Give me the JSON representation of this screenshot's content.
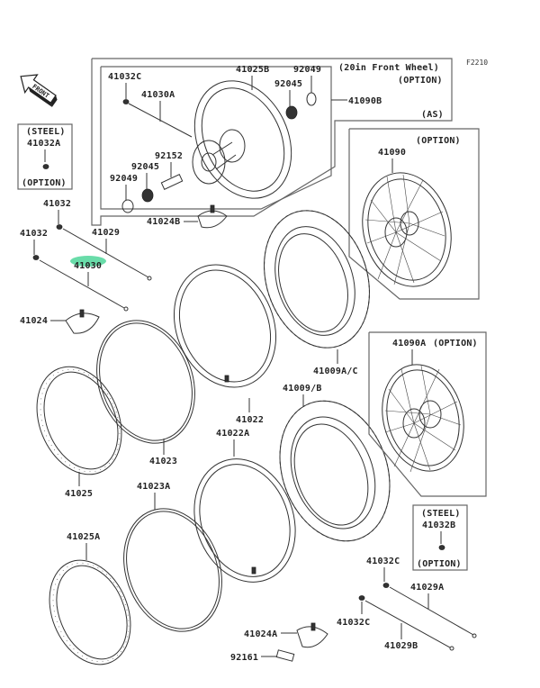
{
  "figure_code": "F2210",
  "direction_label": "FRONT",
  "highlight_color": "#4fd69a",
  "boxes": {
    "front_wheel_20in": {
      "title": "(20in Front Wheel)",
      "note": "(OPTION)",
      "assembly": "(AS)",
      "part": "41090B"
    },
    "option_41090": {
      "note": "(OPTION)",
      "part": "41090"
    },
    "option_41090A": {
      "part": "41090A",
      "note": "(OPTION)"
    },
    "steel_41032A": {
      "title": "(STEEL)",
      "part": "41032A",
      "note": "(OPTION)"
    },
    "steel_41032B": {
      "title": "(STEEL)",
      "part": "41032B",
      "note": "(OPTION)"
    }
  },
  "labels": {
    "p41032C_top": "41032C",
    "p41030A": "41030A",
    "p41025B": "41025B",
    "p92045_top": "92045",
    "p92049_top": "92049",
    "p92152": "92152",
    "p92045_left": "92045",
    "p92049_left": "92049",
    "p41024B": "41024B",
    "p41032_a": "41032",
    "p41032_b": "41032",
    "p41029": "41029",
    "p41030": "41030",
    "p41024": "41024",
    "p41009AC": "41009A/C",
    "p41009B": "41009/B",
    "p41022": "41022",
    "p41022A": "41022A",
    "p41023": "41023",
    "p41023A": "41023A",
    "p41025": "41025",
    "p41025A": "41025A",
    "p41032C_r1": "41032C",
    "p41032C_r2": "41032C",
    "p41029A": "41029A",
    "p41029B": "41029B",
    "p41024A": "41024A",
    "p92161": "92161"
  }
}
